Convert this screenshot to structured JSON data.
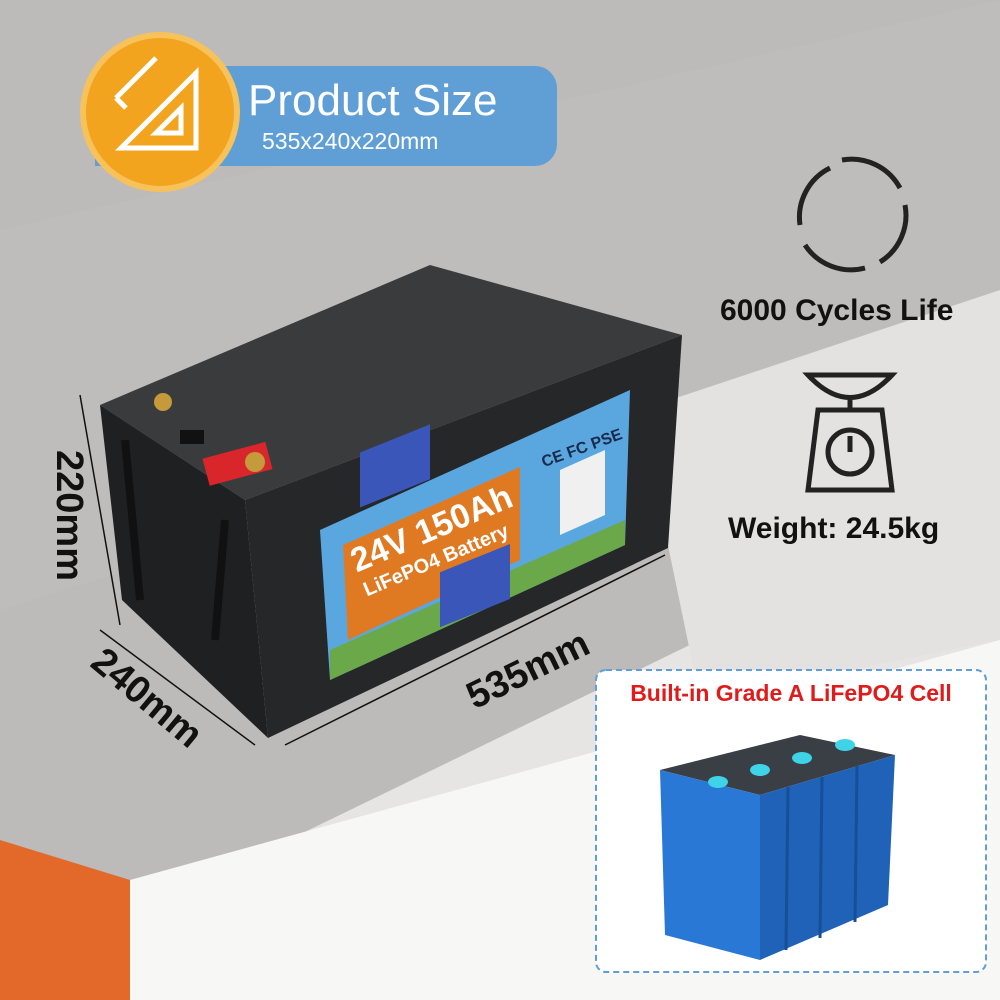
{
  "header": {
    "title": "Product Size",
    "dimensions": "535x240x220mm",
    "icon": "ruler-triangle-icon"
  },
  "features": [
    {
      "icon": "cycle-arrows-icon",
      "label": "6000 Cycles Life"
    },
    {
      "icon": "weighing-scale-icon",
      "label": "Weight: 24.5kg"
    }
  ],
  "battery": {
    "voltage_capacity": "24V 150Ah",
    "chemistry": "LiFePO4 Battery",
    "certifications": [
      "CE",
      "FC",
      "PSE"
    ]
  },
  "dimension_labels": {
    "height": "220mm",
    "depth": "240mm",
    "length": "535mm"
  },
  "cell_panel": {
    "title": "Built-in Grade A LiFePO4 Cell"
  },
  "colors": {
    "banner": "#5f9fd6",
    "badge": "#f2a41e",
    "label_orange": "#e07a22",
    "cell_blue": "#2a78d6",
    "title_red": "#e01b1b"
  }
}
